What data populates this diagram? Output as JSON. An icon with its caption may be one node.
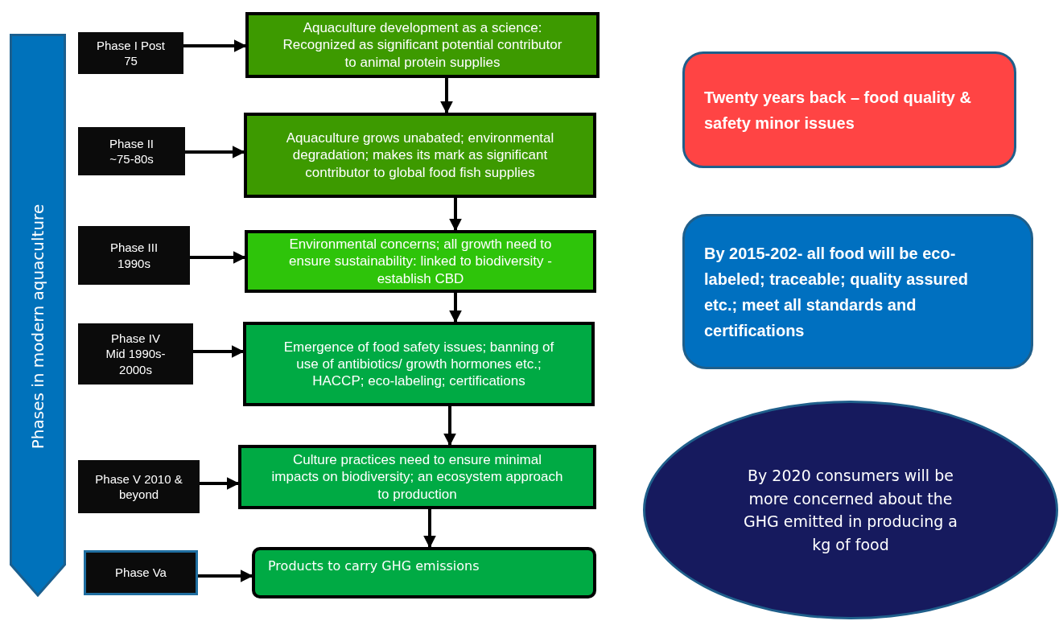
{
  "diagram": {
    "nodes": [
      {
        "text": [
          "Phases in modern aquaculture"
        ]
      },
      {
        "text": [
          "Phase I Post 75"
        ]
      },
      {
        "text": [
          "Phase II ~75-80s"
        ]
      },
      {
        "text": [
          "Phase III 1990s"
        ]
      },
      {
        "text": [
          "Phase IV Mid 1990s- 2000s"
        ]
      },
      {
        "text": [
          "Phase V 2010 & beyond"
        ]
      },
      {
        "text": [
          "Phase Va"
        ]
      },
      {
        "text": [
          "Aquaculture development as a science: Recognized as significant potential contributor to animal protein supplies"
        ]
      },
      {
        "text": [
          "Aquaculture grows unabated; environmental degradation; makes its mark as significant contributor to global food fish supplies"
        ]
      },
      {
        "text": [
          "Environmental concerns; all growth need to ensure sustainability: linked to biodiversity - establish CBD"
        ]
      },
      {
        "text": [
          "Emergence of food safety issues; banning of use of antibiotics/ growth hormones etc.; HACCP; eco-labeling; certifications"
        ]
      },
      {
        "text": [
          "Culture practices need to ensure minimal impacts on biodiversity; an ecosystem approach to production"
        ]
      },
      {
        "text": [
          "Products to carry GHG emissions"
        ]
      },
      {
        "text": [
          "Twenty years back – food quality & safety minor issues"
        ]
      },
      {
        "text": [
          "By 2015-202- all food will be eco-labeled; traceable; quality assured etc.; meet all standards and certifications"
        ]
      },
      {
        "text": [
          "By 2020 consumers will be more concerned about the GHG emitted in producing a kg of food"
        ]
      }
    ],
    "edges": [
      {
        "from": 1,
        "to": 7,
        "arrow": "to"
      },
      {
        "from": 2,
        "to": 8,
        "arrow": "to"
      },
      {
        "from": 3,
        "to": 9,
        "arrow": "to"
      },
      {
        "from": 4,
        "to": 10,
        "arrow": "to"
      },
      {
        "from": 5,
        "to": 11,
        "arrow": "to"
      },
      {
        "from": 6,
        "to": 12,
        "arrow": "to"
      },
      {
        "from": 7,
        "to": 8,
        "arrow": "to"
      },
      {
        "from": 8,
        "to": 9,
        "arrow": "to"
      },
      {
        "from": 9,
        "to": 10,
        "arrow": "to"
      },
      {
        "from": 10,
        "to": 11,
        "arrow": "to"
      },
      {
        "from": 11,
        "to": 12,
        "arrow": "to"
      }
    ]
  }
}
